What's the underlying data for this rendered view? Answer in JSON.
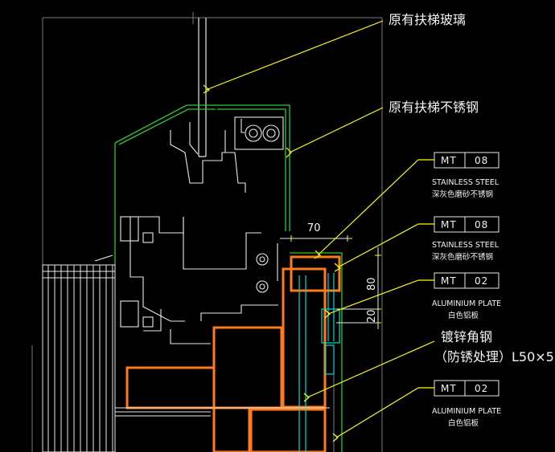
{
  "labels": {
    "escalator_glass": "原有扶梯玻璃",
    "escalator_stainless": "原有扶梯不锈钢",
    "angle_steel_1": "镀锌角钢",
    "angle_steel_2": "（防锈处理）L50×5"
  },
  "material_tags": [
    {
      "code_left": "MT",
      "code_right": "08",
      "en": "STAINLESS STEEL",
      "cn": "深灰色磨砂不锈钢"
    },
    {
      "code_left": "MT",
      "code_right": "08",
      "en": "STAINLESS STEEL",
      "cn": "深灰色磨砂不锈钢"
    },
    {
      "code_left": "MT",
      "code_right": "02",
      "en": "ALUMINIUM PLATE",
      "cn": "白色铝板"
    },
    {
      "code_left": "MT",
      "code_right": "02",
      "en": "ALUMINIUM PLATE",
      "cn": "白色铝板"
    }
  ],
  "dimensions": {
    "d70": "70",
    "d80": "80",
    "d20": "20"
  },
  "colors": {
    "background": "#000000",
    "annotation": "#ffff00",
    "cyan": "#00d8d8",
    "orange": "#ff7a1a",
    "white": "#e8e8e8",
    "green": "#2ec82e",
    "gray": "#6a6a6a"
  }
}
